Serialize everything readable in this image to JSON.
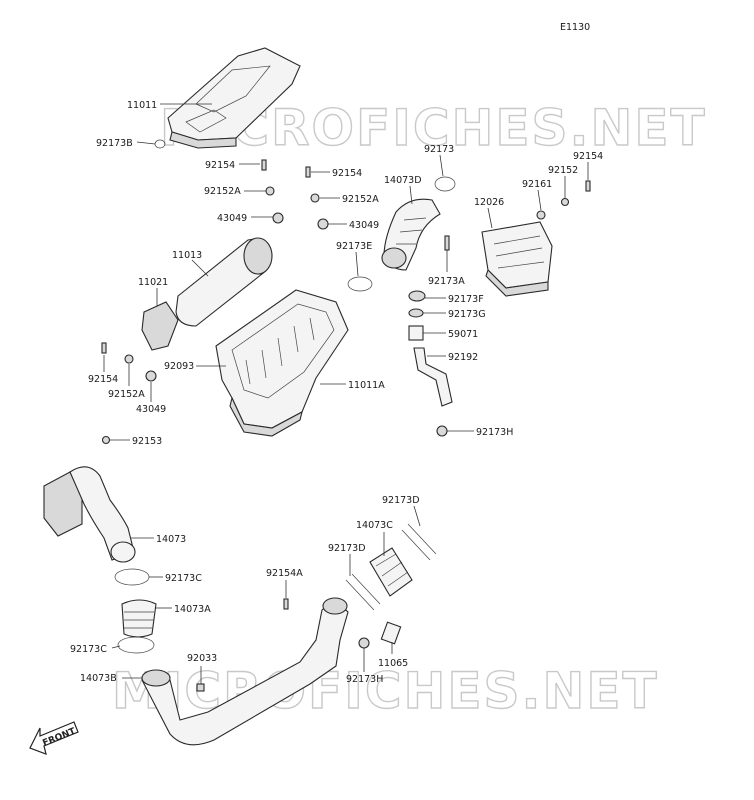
{
  "diagram_code": "E1130",
  "watermark": "MICROFICHES.NET",
  "front_label": "FRONT",
  "part_labels": {
    "p11011": "11011",
    "p92173B": "92173B",
    "p92154_a": "92154",
    "p92152A_a": "92152A",
    "p43049_a": "43049",
    "p92154_b": "92154",
    "p92152A_b": "92152A",
    "p43049_b": "43049",
    "p92173_a": "92173",
    "p14073D": "14073D",
    "p12026": "12026",
    "p92161": "92161",
    "p92152": "92152",
    "p92154_c": "92154",
    "p11013": "11013",
    "p92173E": "92173E",
    "p92173A": "92173A",
    "p11021": "11021",
    "p92173F": "92173F",
    "p92173G": "92173G",
    "p59071": "59071",
    "p92093": "92093",
    "p92192": "92192",
    "p11011A": "11011A",
    "p92154_d": "92154",
    "p92152A_c": "92152A",
    "p43049_c": "43049",
    "p92173H_a": "92173H",
    "p92153": "92153",
    "p92173D_a": "92173D",
    "p14073C": "14073C",
    "p92173D_b": "92173D",
    "p14073": "14073",
    "p92173C_a": "92173C",
    "p92154A": "92154A",
    "p14073A": "14073A",
    "p92173C_b": "92173C",
    "p92033": "92033",
    "p11065": "11065",
    "p92173H_b": "92173H",
    "p14073B": "14073B"
  }
}
